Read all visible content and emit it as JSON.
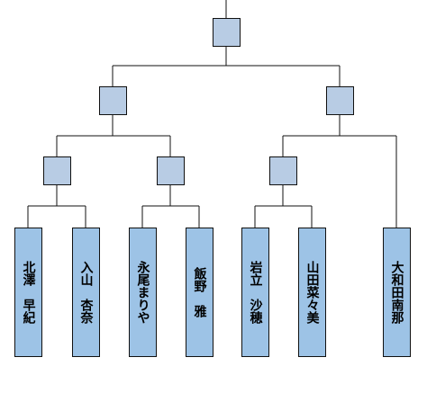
{
  "bracket": {
    "players": [
      {
        "name": "北澤　早紀"
      },
      {
        "name": "入山　杏奈"
      },
      {
        "name": "永尾まりや"
      },
      {
        "name": "飯野　雅"
      },
      {
        "name": "岩立　沙穂"
      },
      {
        "name": "山田菜々美"
      },
      {
        "name": "大和田南那"
      }
    ]
  },
  "colors": {
    "node_fill": "#b8cce4",
    "player_fill": "#9dc3e6",
    "line": "#111111"
  }
}
